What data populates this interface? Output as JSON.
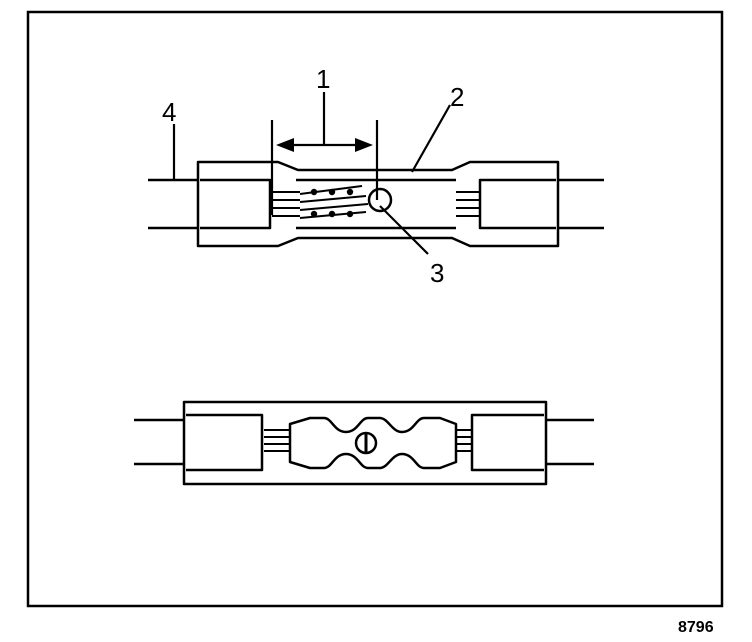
{
  "diagram": {
    "callouts": {
      "one": "1",
      "two": "2",
      "three": "3",
      "four": "4"
    },
    "figure_id": "8796"
  },
  "colors": {
    "ink": "#000000",
    "paper": "#ffffff"
  }
}
